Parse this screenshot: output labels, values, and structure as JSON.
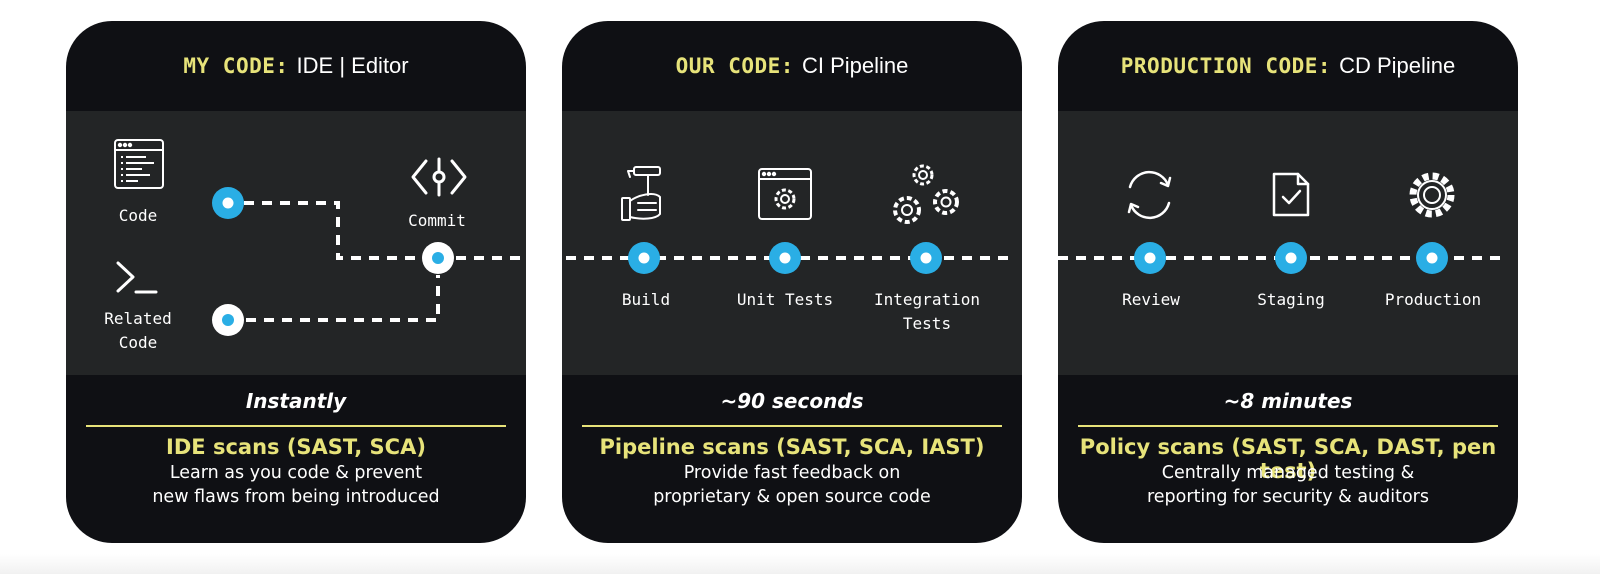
{
  "cards": [
    {
      "keyword": "MY CODE:",
      "subtitle": "IDE | Editor",
      "labels": {
        "code": "Code",
        "related": "Related Code",
        "commit": "Commit"
      },
      "time": "Instantly",
      "scan_title": "IDE scans (SAST, SCA)",
      "scan_line1": "Learn as you code & prevent",
      "scan_line2": "new flaws from being introduced"
    },
    {
      "keyword": "OUR CODE:",
      "subtitle": "CI Pipeline",
      "labels": {
        "build": "Build",
        "unit": "Unit Tests",
        "integration_1": "Integration",
        "integration_2": "Tests"
      },
      "time": "~90 seconds",
      "scan_title": "Pipeline scans (SAST, SCA, IAST)",
      "scan_line1": "Provide fast feedback on",
      "scan_line2": "proprietary & open source code"
    },
    {
      "keyword": "PRODUCTION CODE:",
      "subtitle": "CD Pipeline",
      "labels": {
        "review": "Review",
        "staging": "Staging",
        "production": "Production"
      },
      "time": "~8 minutes",
      "scan_title": "Policy scans (SAST, SCA, DAST, pen test)",
      "scan_line1": "Centrally managed testing &",
      "scan_line2": "reporting for security & auditors"
    }
  ],
  "colors": {
    "node_blue": "#2aaee5",
    "accent_yellow": "#e7e37a",
    "card_bg": "#0f1014",
    "band_bg": "#232526"
  },
  "icons": [
    "code-window-icon",
    "terminal-prompt-icon",
    "commit-icon",
    "hammer-hand-icon",
    "test-window-gear-icon",
    "gears-icon",
    "refresh-icon",
    "document-check-icon",
    "gear-icon"
  ]
}
